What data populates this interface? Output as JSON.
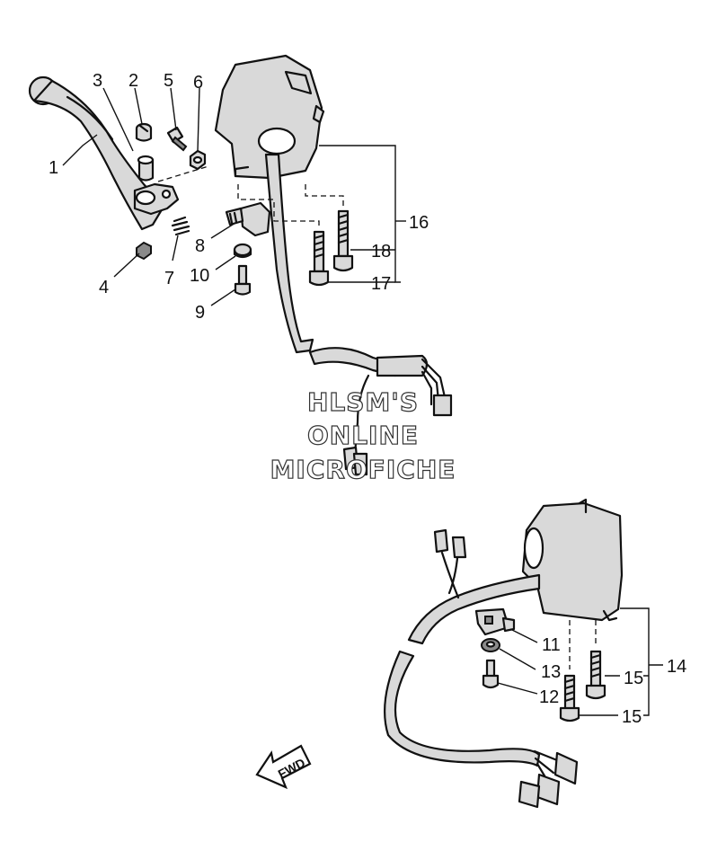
{
  "diagram": {
    "part_numbers": {
      "p1": "1",
      "p2": "2",
      "p3": "3",
      "p4": "4",
      "p5": "5",
      "p6": "6",
      "p7": "7",
      "p8": "8",
      "p9": "9",
      "p10": "10",
      "p11": "11",
      "p12": "12",
      "p13": "13",
      "p14": "14",
      "p15a": "15",
      "p15b": "15",
      "p16": "16",
      "p17": "17",
      "p18": "18"
    },
    "watermark": {
      "line1": "HLSM'S",
      "line2": "ONLINE",
      "line3": "MICROFICHE"
    },
    "direction_arrow": {
      "label": "FWD"
    }
  }
}
